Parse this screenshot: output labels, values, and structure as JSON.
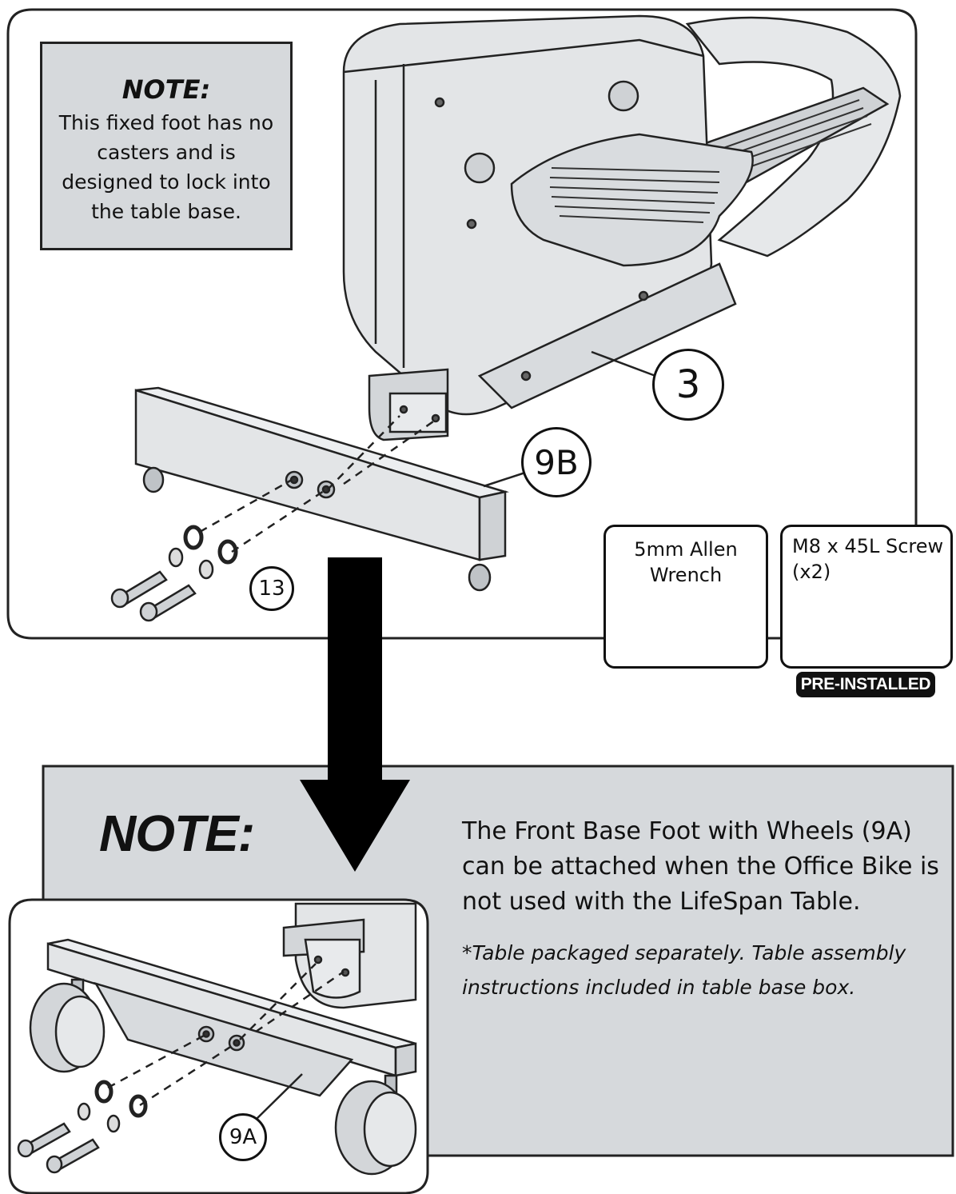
{
  "top_note": {
    "title": "NOTE:",
    "text": "This fixed foot has no casters and is designed to lock into the table base."
  },
  "callouts": {
    "frame": "3",
    "fixed_foot": "9B",
    "hardware": "13",
    "wheeled_foot": "9A"
  },
  "tools": {
    "allen_wrench": "5mm Allen Wrench",
    "screw_title": "M8 x 45L Screw",
    "screw_qty": "(x2)",
    "pre_installed": "PRE-INSTALLED"
  },
  "bottom_note": {
    "title": "NOTE:",
    "text": "The Front Base Foot with Wheels (9A) can be attached when the Office Bike is not used with the LifeSpan Table.",
    "footnote": "*Table packaged separately. Table assembly instructions included in table base box."
  },
  "colors": {
    "panel_gray": "#d6d9dc",
    "line": "#111111",
    "part_fill": "#e3e5e7",
    "part_shadow": "#bfc3c7"
  }
}
